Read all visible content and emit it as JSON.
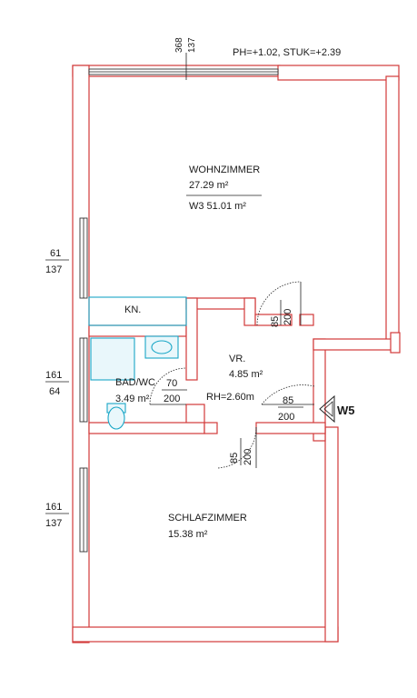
{
  "header": {
    "window_dims": {
      "top": "368",
      "bottom": "137"
    },
    "levels": "PH=+1.02,  STUK=+2.39"
  },
  "rooms": {
    "wohnzimmer": {
      "name": "WOHNZIMMER",
      "area": "27.29 m²",
      "unit": "W3  51.01 m²"
    },
    "kn": {
      "name": "KN."
    },
    "vr": {
      "name": "VR.",
      "area": "4.85 m²",
      "height": "RH=2.60m"
    },
    "bad": {
      "name": "BAD/WC",
      "area": "3.49 m²"
    },
    "schlafzimmer": {
      "name": "SCHLAFZIMMER",
      "area": "15.38 m²"
    }
  },
  "windows": {
    "w1": {
      "top": "61",
      "bottom": "137"
    },
    "w2": {
      "top": "161",
      "bottom": "64"
    },
    "w3": {
      "top": "161",
      "bottom": "137"
    }
  },
  "doors": {
    "d_wohn": {
      "a": "85",
      "b": "200"
    },
    "d_bad": {
      "a": "70",
      "b": "200"
    },
    "d_entry": {
      "a": "85",
      "b": "200"
    },
    "d_schlaf": {
      "a": "85",
      "b": "200"
    }
  },
  "entrance": {
    "label": "W5"
  },
  "colors": {
    "wall": "#d23a3a",
    "fixture": "#1aa7c7",
    "ink": "#1a1a1a"
  }
}
